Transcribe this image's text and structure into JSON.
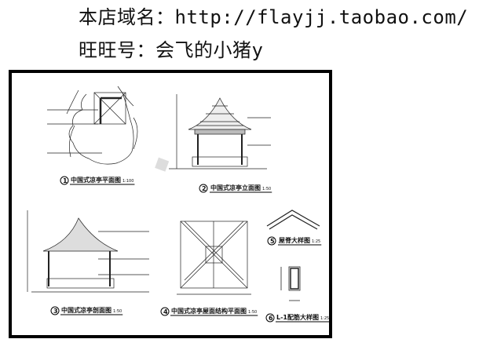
{
  "header": {
    "shop_domain": "本店域名：http://flayjj.taobao.com/",
    "wangwang": "旺旺号：会飞的小猪y"
  },
  "drawing": {
    "views": [
      {
        "num": "1",
        "title": "中国式凉亭平面图",
        "scale": "1:100"
      },
      {
        "num": "2",
        "title": "中国式凉亭立面图",
        "scale": "1:50"
      },
      {
        "num": "3",
        "title": "中国式凉亭剖面图",
        "scale": "1:50"
      },
      {
        "num": "4",
        "title": "中国式凉亭屋面结构平面图",
        "scale": "1:50"
      },
      {
        "num": "5",
        "title": "屋脊大样图",
        "scale": "1:25"
      },
      {
        "num": "6",
        "title": "L-1配筋大样图",
        "scale": "1:25"
      }
    ]
  }
}
